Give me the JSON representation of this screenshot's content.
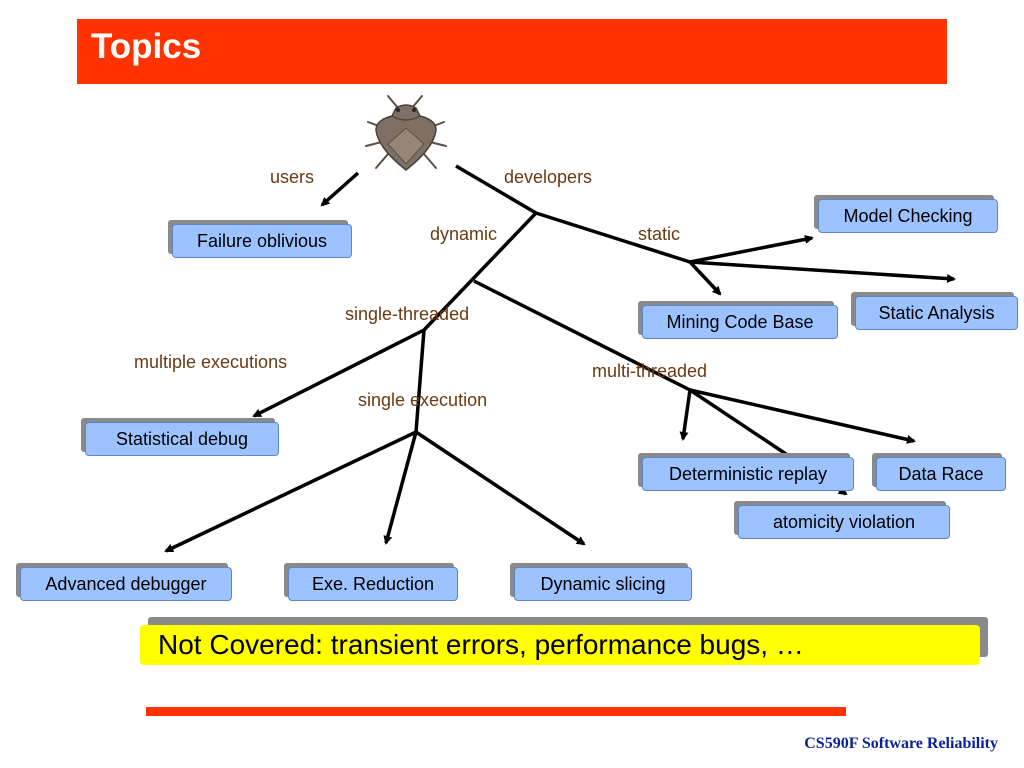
{
  "title": "Topics",
  "edge_labels": {
    "users": "users",
    "developers": "developers",
    "dynamic": "dynamic",
    "static": "static",
    "single_threaded": "single-threaded",
    "multi_threaded": "multi-threaded",
    "multiple_executions": "multiple executions",
    "single_execution": "single execution"
  },
  "nodes": {
    "failure_oblivious": "Failure oblivious",
    "model_checking": "Model Checking",
    "static_analysis": "Static Analysis",
    "mining_code_base": "Mining Code Base",
    "statistical_debug": "Statistical debug",
    "deterministic_replay": "Deterministic replay",
    "data_race": "Data Race",
    "atomicity_violation": "atomicity violation",
    "advanced_debugger": "Advanced debugger",
    "exe_reduction": "Exe. Reduction",
    "dynamic_slicing": "Dynamic slicing"
  },
  "note": "Not Covered: transient errors, performance bugs, …",
  "footer": "CS590F Software Reliability",
  "icons": {
    "root": "stink-bug-icon"
  },
  "colors": {
    "title_bar": "#ff3300",
    "node_fill": "#9cc3ff",
    "note_fill": "#ffff00",
    "edge_label": "#6b3a12",
    "footer_text": "#0b1f9c"
  }
}
